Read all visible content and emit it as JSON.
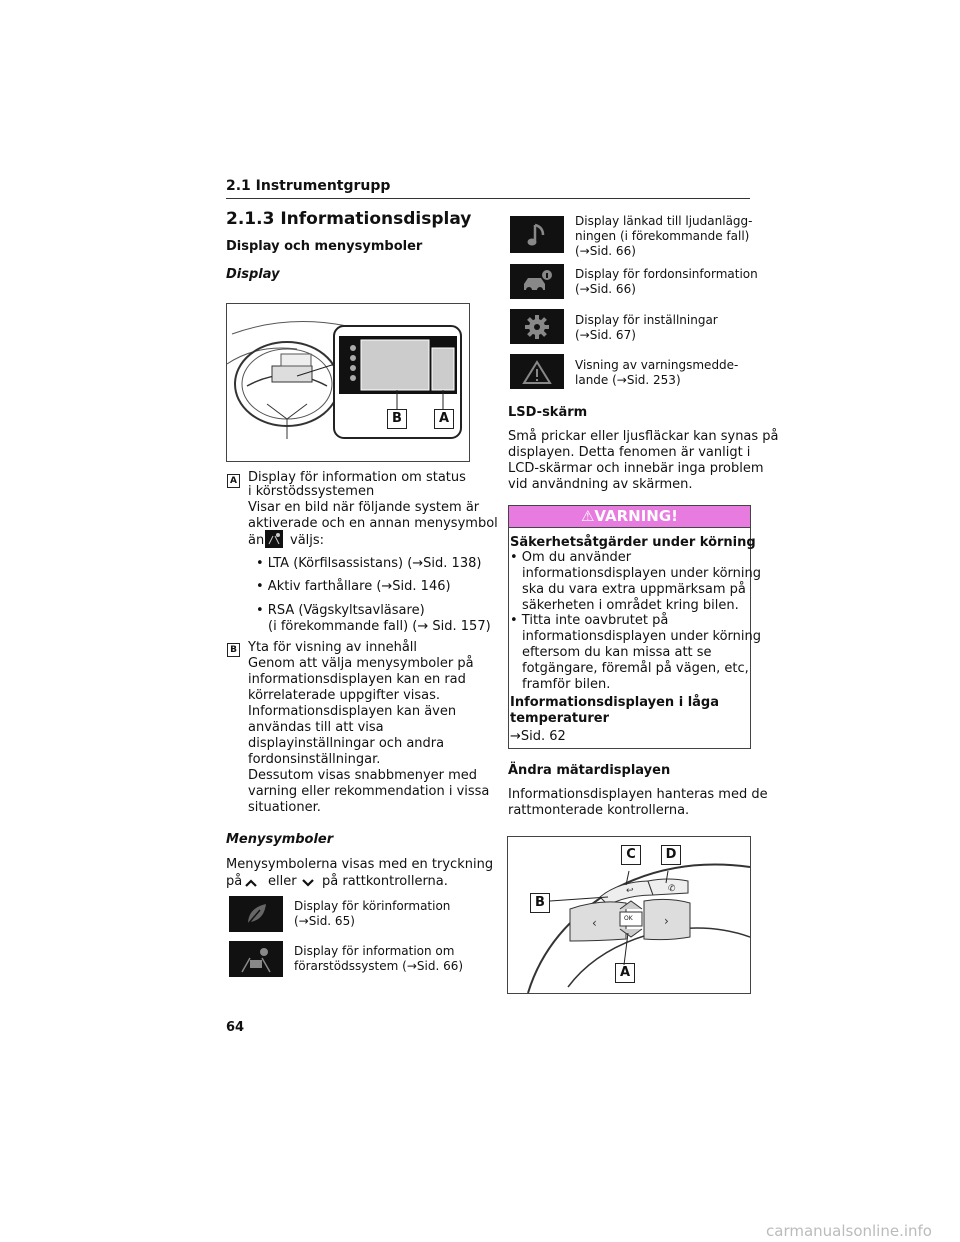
{
  "header": {
    "section": "2.1  Instrumentgrupp"
  },
  "title": "2.1.3  Informationsdisplay",
  "left": {
    "h_display_menu": "Display och menysymboler",
    "h_display": "Display",
    "fig1_labels": {
      "a": "A",
      "b": "B"
    },
    "item_a": {
      "letter": "A",
      "title": "Display för information om status i körstödssystemen",
      "line1": "Visar en bild när följande system är",
      "line2": "aktiverade och en annan menysymbol",
      "line3a": "än",
      "line3b": "väljs:",
      "bullets": [
        "• LTA (Körfilsassistans) (→Sid. 138)",
        "• Aktiv farthållare (→Sid. 146)",
        "• RSA (Vägskyltsavläsare)",
        "(i förekommande fall) (→ Sid. 157)"
      ]
    },
    "item_b": {
      "letter": "B",
      "lines": [
        "Yta för visning av innehåll",
        "Genom att välja menysymboler på",
        "informationsdisplayen kan en rad",
        "körrelaterade uppgifter visas.",
        "Informationsdisplayen kan även",
        "användas till att visa",
        "displayinställningar och andra",
        "fordonsinställningar.",
        "Dessutom visas snabbmenyer med",
        "varning eller rekommendation i vissa",
        "situationer."
      ]
    },
    "h_menu": "Menysymboler",
    "menu_line1": "Menysymbolerna visas med en tryckning",
    "menu_line2a": "på",
    "menu_line2b": "eller",
    "menu_line2c": "på rattkontrollerna.",
    "icons": [
      {
        "icon": "leaf-icon",
        "line1": "Display för körinformation",
        "line2": "(→Sid. 65)"
      },
      {
        "icon": "driver-assist-icon",
        "line1": "Display för information om",
        "line2": "förarstödssystem (→Sid. 66)"
      }
    ]
  },
  "right": {
    "icons": [
      {
        "icon": "music-note-icon",
        "line1": "Display länkad till ljudanlägg-",
        "line2": "ningen (i förekommande fall)",
        "line3": "(→Sid. 66)"
      },
      {
        "icon": "car-info-icon",
        "line1": "Display för fordonsinformation",
        "line2": "(→Sid. 66)",
        "line3": ""
      },
      {
        "icon": "gear-icon",
        "line1": "Display för inställningar",
        "line2": "(→Sid. 67)",
        "line3": ""
      },
      {
        "icon": "warning-icon",
        "line1": "Visning av varningsmedde-",
        "line2": "lande (→Sid. 253)",
        "line3": ""
      }
    ],
    "h_lsd": "LSD-skärm",
    "lsd_lines": [
      "Små prickar eller ljusfläckar kan synas på",
      "displayen. Detta fenomen är vanligt i",
      "LCD-skärmar och innebär inga problem",
      "vid användning av skärmen."
    ],
    "warning": {
      "head": "VARNING!",
      "h1": "Säkerhetsåtgärder under körning",
      "b1": [
        "• Om du använder",
        "informationsdisplayen under körning",
        "ska du vara extra uppmärksam på",
        "säkerheten i området kring bilen."
      ],
      "b2": [
        "• Titta inte oavbrutet på",
        "informationsdisplayen under körning",
        "eftersom du kan missa att se",
        "fotgängare, föremål på vägen, etc,",
        "framför bilen."
      ],
      "h2a": "Informationsdisplayen i låga",
      "h2b": "temperaturer",
      "ref": "→Sid. 62"
    },
    "h_change": "Ändra mätardisplayen",
    "change_lines": [
      "Informationsdisplayen hanteras med de",
      "rattmonterade kontrollerna."
    ],
    "fig2_labels": {
      "a": "A",
      "b": "B",
      "c": "C",
      "d": "D"
    },
    "fig2_ok": "OK"
  },
  "page_number": "64",
  "watermark": "carmanualsonline.info",
  "colors": {
    "warning_head": "#e87be0",
    "tile": "#111111"
  }
}
